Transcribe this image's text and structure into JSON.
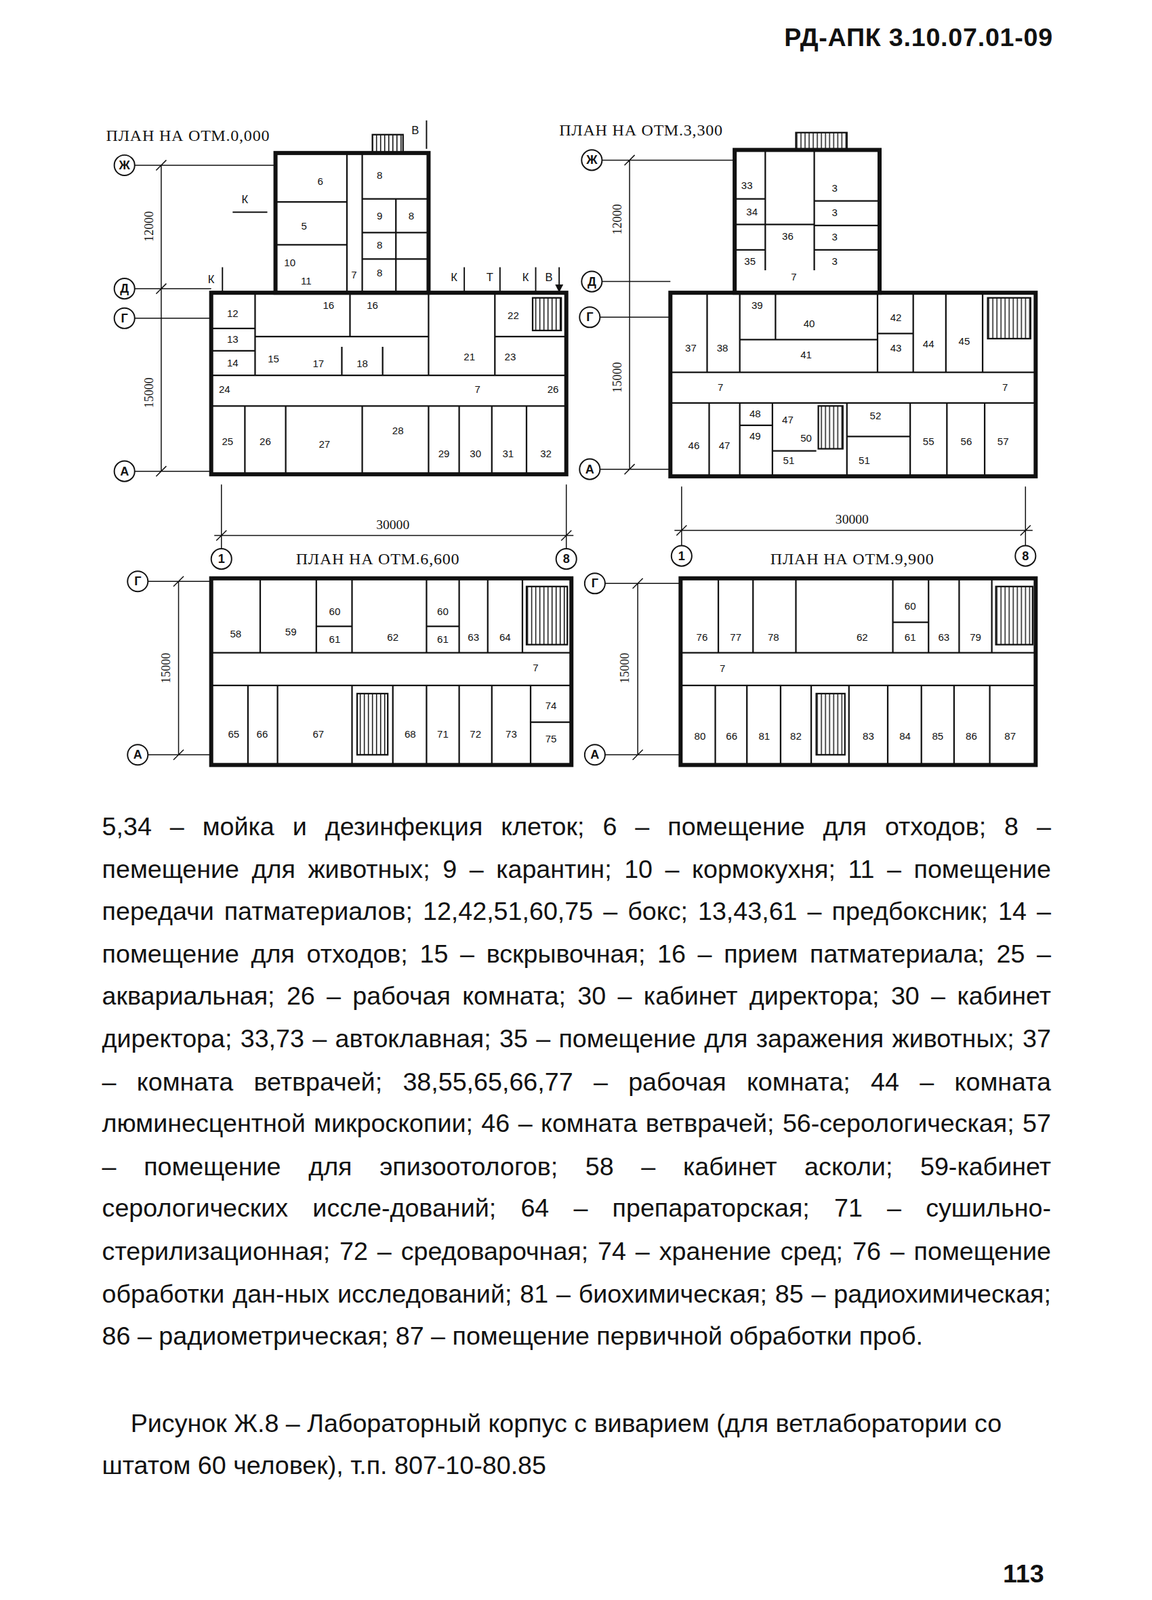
{
  "diagram": {
    "caption": "Рисунок Ж.8 – Лабораторный корпус с виварием (для ветлаборатории со штатом 60 человек), т.п. 807-10-80.85",
    "labels": [
      "РД-АПК 3.10.07.01-09",
      "ПЛАН НА ОТМ.0,000",
      "ПЛАН НА ОТМ.3,300",
      "ПЛАН НА ОТМ.6,600",
      "ПЛАН НА ОТМ.9,900",
      "Ж",
      "Д",
      "Г",
      "А",
      "Ж",
      "Д",
      "Г",
      "А",
      "1",
      "8",
      "1",
      "8",
      "Г",
      "А",
      "Г",
      "А",
      "12000",
      "15000",
      "30000",
      "12000",
      "15000",
      "30000",
      "15000",
      "15000",
      "В",
      "К",
      "К",
      "К",
      "Т",
      "К",
      "В",
      "6",
      "5",
      "10",
      "11",
      "7",
      "8",
      "9",
      "8",
      "8",
      "8",
      "12",
      "13",
      "14",
      "15",
      "16",
      "16",
      "17",
      "18",
      "21",
      "22",
      "23",
      "7",
      "24",
      "26",
      "25",
      "26",
      "27",
      "28",
      "29",
      "30",
      "31",
      "32",
      "33",
      "34",
      "36",
      "35",
      "3",
      "3",
      "3",
      "3",
      "7",
      "39",
      "40",
      "41",
      "42",
      "43",
      "44",
      "45",
      "37",
      "38",
      "7",
      "7",
      "48",
      "49",
      "47",
      "50",
      "52",
      "46",
      "47",
      "51",
      "51",
      "55",
      "56",
      "57",
      "58",
      "59",
      "60",
      "61",
      "62",
      "60",
      "61",
      "63",
      "64",
      "7",
      "65",
      "66",
      "67",
      "68",
      "71",
      "72",
      "73",
      "74",
      "75",
      "76",
      "77",
      "78",
      "62",
      "60",
      "61",
      "63",
      "79",
      "7",
      "80",
      "66",
      "81",
      "82",
      "83",
      "84",
      "85",
      "86",
      "87",
      "5,34 – мойка и дезинфекция клеток; 6 – помещение для отходов; 8 – пемещение для животных; 9 – карантин; 10 – кормокухня; 11 – помещение передачи патматериалов; 12,42,51,60,75 – бокс; 13,43,61 – предбоксник; 14 – помещение для отходов; 15 – вскрывочная; 16 – прием патматериала; 25 – аквариальная; 26 – рабочая комната; 30 – кабинет директора; 30 – кабинет директора; 33,73 – автоклавная; 35 – помещение для заражения животных; 37 – комната ветврачей; 38,55,65,66,77 – рабочая комната; 44 – комната люминесцентной микроскопии; 46 – комната ветврачей; 56-серологическая; 57 – помещение для эпизоотологов; 58 – кабинет асколи; 59-кабинет серологических иссле-дований; 64 – препараторская; 71 – сушильно-стерилизационная; 72 – средоварочная; 74 – хранение сред; 76 – помещение обработки дан-ных исследований; 81 – биохимическая; 85 – радиохимическая; 86 – радиометрическая; 87 – помещение первичной обработки проб.",
      "113"
    ]
  }
}
